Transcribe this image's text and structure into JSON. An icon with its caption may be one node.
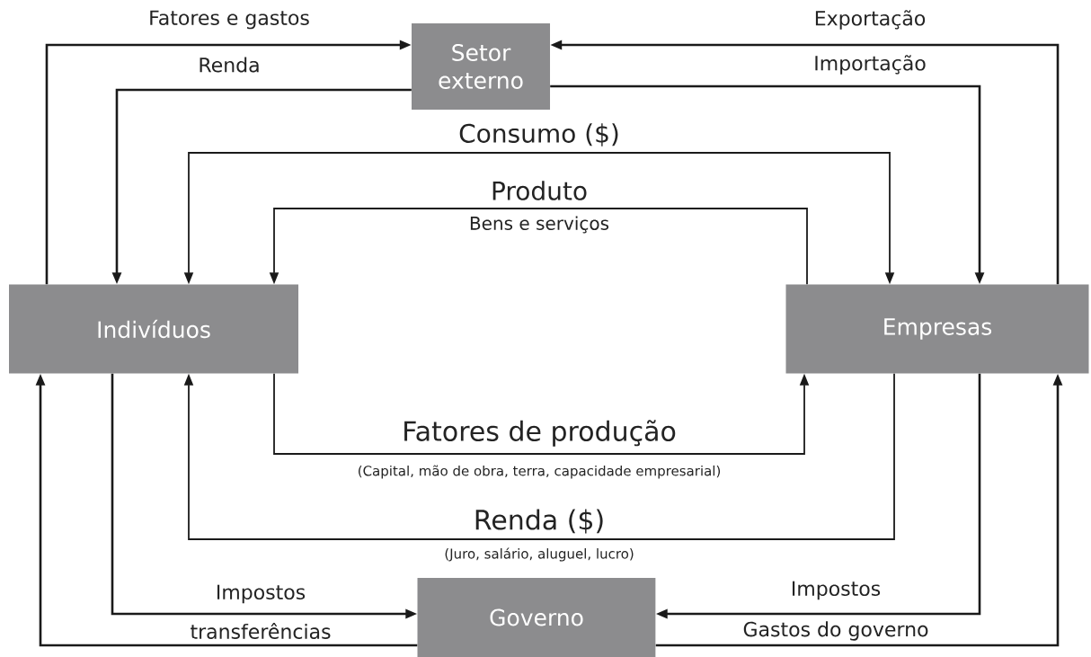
{
  "diagram": {
    "nodes": [
      {
        "text": [
          "Setor externo"
        ]
      },
      {
        "text": [
          "Indivíduos"
        ]
      },
      {
        "text": [
          "Empresas"
        ]
      },
      {
        "text": [
          "Governo"
        ]
      }
    ],
    "edges": [
      {
        "from": 1,
        "to": 0,
        "arrow": "to",
        "label": "Fatores e gastos"
      },
      {
        "from": 0,
        "to": 1,
        "arrow": "to",
        "label": "Renda"
      },
      {
        "from": 2,
        "to": 0,
        "arrow": "to",
        "label": "Exportação"
      },
      {
        "from": 0,
        "to": 2,
        "arrow": "to",
        "label": "Importação"
      },
      {
        "from": 1,
        "to": 2,
        "arrow": "both",
        "label": "Consumo ($)"
      },
      {
        "from": 2,
        "to": 1,
        "arrow": "to",
        "label": "Produto"
      },
      {
        "from": 1,
        "to": 2,
        "arrow": "to",
        "label": "Fatores de produção"
      },
      {
        "from": 2,
        "to": 1,
        "arrow": "to",
        "label": "Renda ($)"
      },
      {
        "from": 1,
        "to": 3,
        "arrow": "to",
        "label": "Impostos"
      },
      {
        "from": 3,
        "to": 1,
        "arrow": "to",
        "label": "transferências"
      },
      {
        "from": 2,
        "to": 3,
        "arrow": "to",
        "label": "Impostos"
      },
      {
        "from": 3,
        "to": 2,
        "arrow": "to",
        "label": "Gastos do governo"
      }
    ],
    "labels": [
      "Bens e serviços",
      "(Capital, mão de obra, terra, capacidade empresarial)",
      "(Juro, salário, aluguel, lucro)"
    ]
  }
}
